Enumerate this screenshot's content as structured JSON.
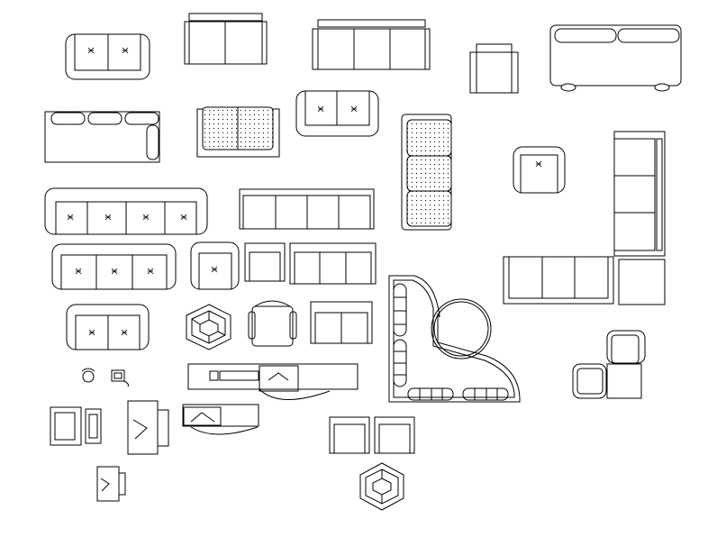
{
  "drawing": {
    "background": "#ffffff",
    "line_color": "#000000",
    "items": [
      "sofa-2-seat-cushioned",
      "sofa-2-seat",
      "sofa-3-seat",
      "armchair-small",
      "sofa-3-seat-bolsters",
      "daybed-with-bolsters",
      "loveseat-dotted",
      "loveseat-cushioned",
      "sofa-3-seat-dotted-vertical",
      "armchair-round",
      "sofa-3-seat-vertical",
      "sofa-4-seat-cushioned",
      "sofa-4-seat",
      "sofa-3-seat-cushioned",
      "armchair-cushioned",
      "armchair-square",
      "sofa-3-seat-flat",
      "sectional-with-round-table",
      "sofa-3-seat-right",
      "ottoman-square",
      "loveseat-cushioned-lower",
      "hexagon-table",
      "office-chair",
      "loveseat-flat",
      "tub-chair",
      "side-table",
      "telephone",
      "computer",
      "reception-desk",
      "desk-with-chair",
      "arm-chair-pair",
      "hexagon-table-lower",
      "lounge-chair-left",
      "lamp-table",
      "square-table-with-chair",
      "small-table-with-chair"
    ]
  }
}
